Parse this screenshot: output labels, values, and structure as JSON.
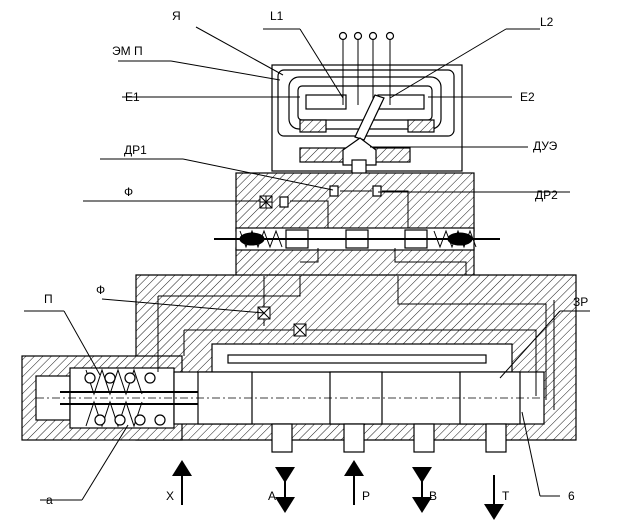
{
  "labels": {
    "ya": "Я",
    "l1": "L1",
    "l2": "L2",
    "emp": "ЭМ П",
    "e1": "Е1",
    "e2": "Е2",
    "dr1": "ДР1",
    "due": "ДУЭ",
    "f_top": "Ф",
    "dr2": "ДР2",
    "p": "П",
    "f_mid": "Ф",
    "zr": "ЗР",
    "a_bottom": "а",
    "six": "6"
  },
  "ports": {
    "x": "Х",
    "a": "А",
    "p": "Р",
    "b": "В",
    "t": "Т"
  }
}
